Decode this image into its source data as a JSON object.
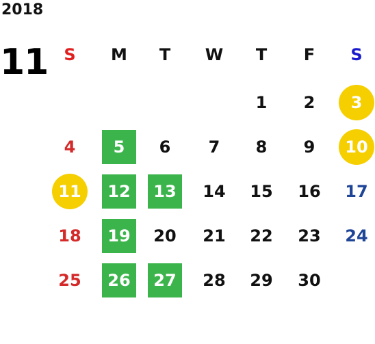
{
  "year": "2018",
  "month": "11",
  "weekdays": [
    "S",
    "M",
    "T",
    "W",
    "T",
    "F",
    "S"
  ],
  "colors": {
    "sunday": "#d42a2a",
    "saturday": "#1f4597",
    "green_highlight": "#3cb44c",
    "yellow_highlight": "#f5cf00"
  },
  "weeks": [
    [
      "",
      "",
      "",
      "",
      "1",
      "2",
      "3"
    ],
    [
      "4",
      "5",
      "6",
      "7",
      "8",
      "9",
      "10"
    ],
    [
      "11",
      "12",
      "13",
      "14",
      "15",
      "16",
      "17"
    ],
    [
      "18",
      "19",
      "20",
      "21",
      "22",
      "23",
      "24"
    ],
    [
      "25",
      "26",
      "27",
      "28",
      "29",
      "30",
      ""
    ]
  ],
  "highlights": {
    "green": [
      "5",
      "12",
      "13",
      "19",
      "26",
      "27"
    ],
    "yellow": [
      "3",
      "10",
      "11"
    ]
  }
}
